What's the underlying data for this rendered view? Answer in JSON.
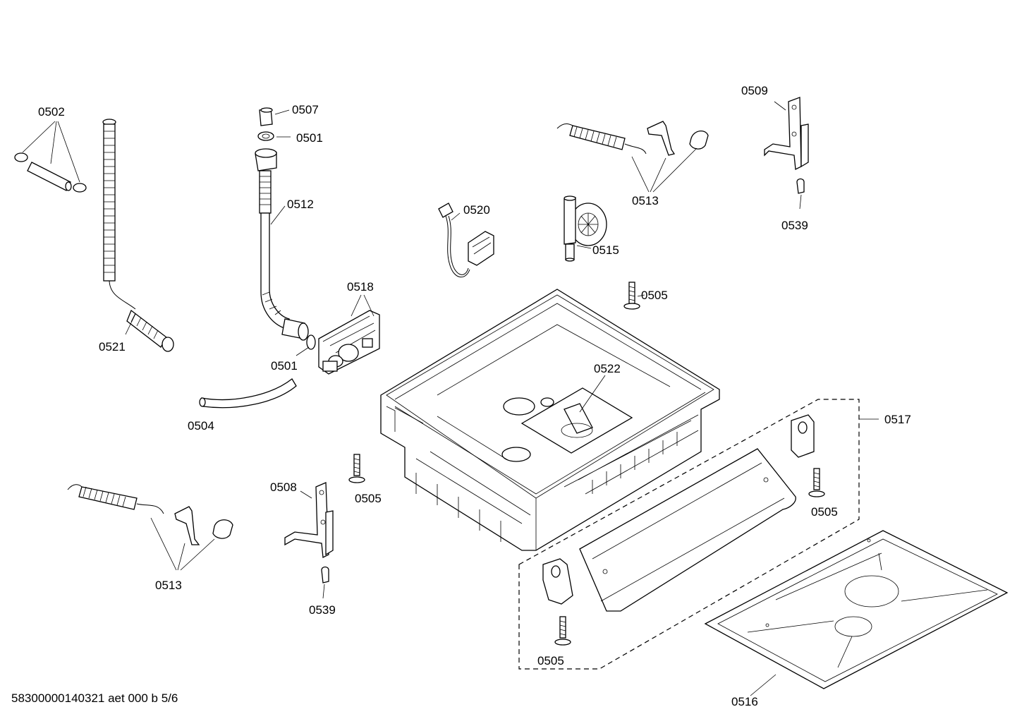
{
  "labels": {
    "l0502": "0502",
    "l0507": "0507",
    "l0501a": "0501",
    "l0512": "0512",
    "l0521": "0521",
    "l0518": "0518",
    "l0501b": "0501",
    "l0504": "0504",
    "l0520": "0520",
    "l0513a": "0513",
    "l0515": "0515",
    "l0509": "0509",
    "l0539a": "0539",
    "l0505a": "0505",
    "l0522": "0522",
    "l0517": "0517",
    "l0505b": "0505",
    "l0505c": "0505",
    "l0508": "0508",
    "l0539b": "0539",
    "l0513b": "0513",
    "l0505d": "0505",
    "l0516": "0516"
  },
  "footer": "58300000140321 aet 000 b 5/6"
}
